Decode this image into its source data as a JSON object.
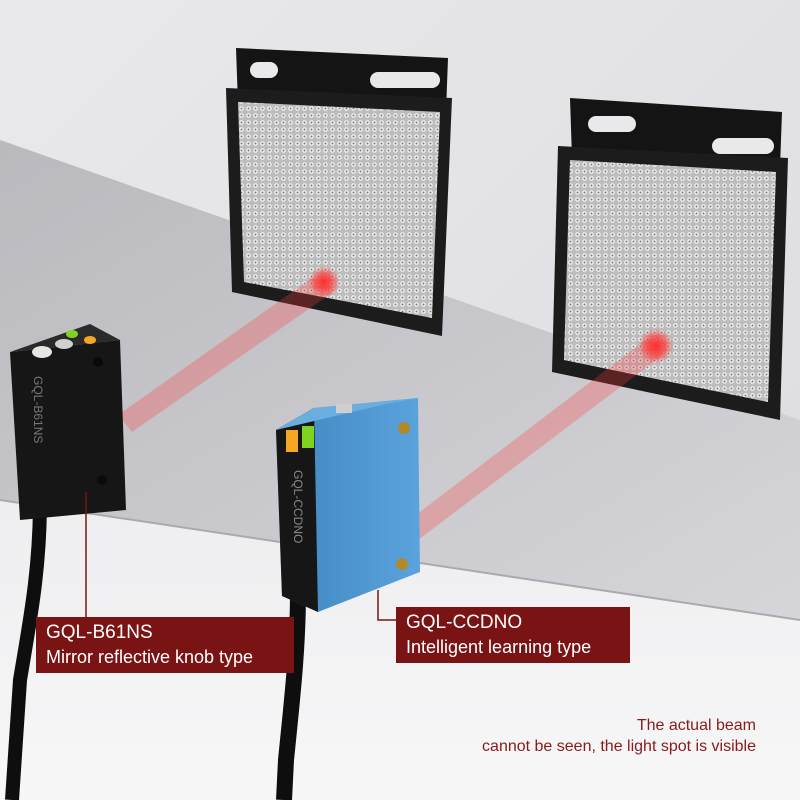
{
  "sensors": [
    {
      "model": "GQL-B61NS",
      "description": "Mirror reflective knob type",
      "body_print": "GQL-B61NS",
      "body_color": "#1c1c1c"
    },
    {
      "model": "GQL-CCDNO",
      "description": "Intelligent learning type",
      "body_print": "GQL-CCDNO",
      "body_color": "#4a90c8"
    }
  ],
  "caption": {
    "line1": "The actual beam",
    "line2": "cannot be seen, the light spot is visible"
  },
  "colors": {
    "label_bg": "#7a1414",
    "caption_text": "#8a1a1a",
    "beam": "#e0302a",
    "surface": "#c9c9cc"
  }
}
